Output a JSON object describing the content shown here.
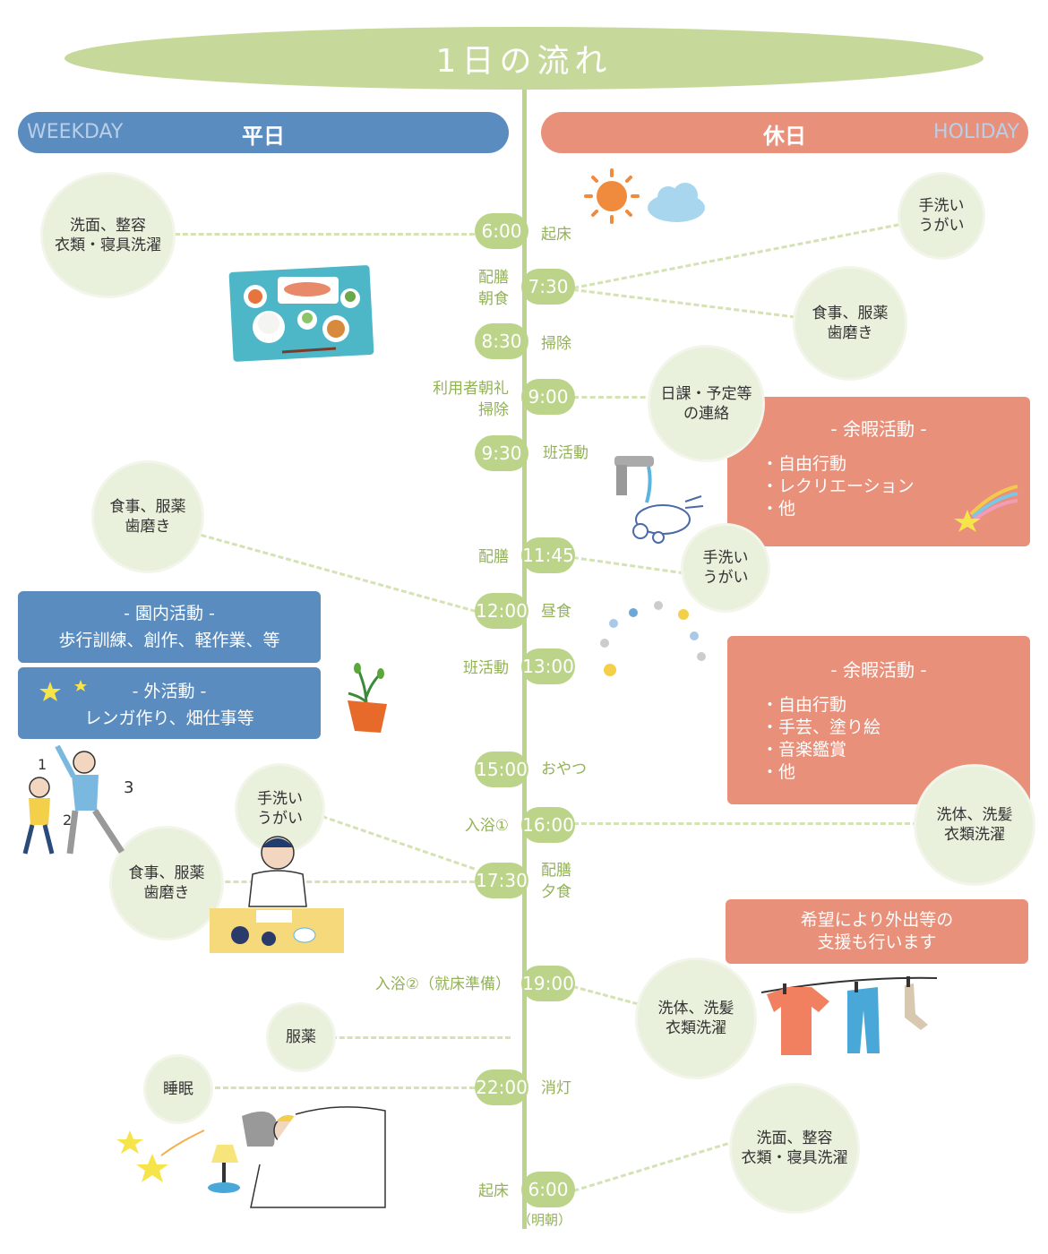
{
  "title": "1日の流れ",
  "weekday": {
    "en": "WEEKDAY",
    "jp": "平日"
  },
  "holiday": {
    "jp": "休日",
    "en": "HOLIDAY"
  },
  "times": [
    "6:00",
    "7:30",
    "8:30",
    "9:00",
    "9:30",
    "11:45",
    "12:00",
    "13:00",
    "15:00",
    "16:00",
    "17:30",
    "19:00",
    "22:00",
    "6:00"
  ],
  "labels": {
    "t600_right": "起床",
    "t730_left": [
      "配膳",
      "朝食"
    ],
    "t830_right": "掃除",
    "t900_left": [
      "利用者朝礼",
      "掃除"
    ],
    "t930_right": "班活動",
    "t1145_left": "配膳",
    "t1200_right": "昼食",
    "t1300_left": "班活動",
    "t1500_right": "おやつ",
    "t1600_left": "入浴①",
    "t1730_right": [
      "配膳",
      "夕食"
    ],
    "t1900_left": "入浴②（就床準備）",
    "t2200_right": "消灯",
    "t600b_left": "起床",
    "t600b_below": "（明朝）"
  },
  "weekday_circles": {
    "wash_morning": [
      "洗面、整容",
      "衣類・寝具洗濯"
    ],
    "meal_noon": [
      "食事、服薬",
      "歯磨き"
    ],
    "handwash_evening": [
      "手洗い",
      "うがい"
    ],
    "meal_evening": [
      "食事、服薬",
      "歯磨き"
    ],
    "medicine": [
      "服薬"
    ],
    "sleep": [
      "睡眠"
    ]
  },
  "holiday_circles": {
    "handwash_morning": [
      "手洗い",
      "うがい"
    ],
    "meal_morning": [
      "食事、服薬",
      "歯磨き"
    ],
    "schedule": [
      "日課・予定等",
      "の連絡"
    ],
    "handwash_noon": [
      "手洗い",
      "うがい"
    ],
    "bath_afternoon": [
      "洗体、洗髪",
      "衣類洗濯"
    ],
    "bath_evening": [
      "洗体、洗髪",
      "衣類洗濯"
    ],
    "wash_next": [
      "洗面、整容",
      "衣類・寝具洗濯"
    ]
  },
  "weekday_boxes": {
    "inside": {
      "heading": "- 園内活動 -",
      "text": "歩行訓練、創作、軽作業、等"
    },
    "outside": {
      "heading": "- 外活動 -",
      "text": "レンガ作り、畑仕事等"
    }
  },
  "holiday_boxes": {
    "leisure_am": {
      "heading": "- 余暇活動 -",
      "items": [
        "・自由行動",
        "・レクリエーション",
        "・他"
      ]
    },
    "leisure_pm": {
      "heading": "- 余暇活動 -",
      "items": [
        "・自由行動",
        "・手芸、塗り絵",
        "・音楽鑑賞",
        "・他"
      ]
    },
    "outing": [
      "希望により外出等の",
      "支援も行います"
    ]
  },
  "colors": {
    "green": "#bcd48a",
    "blue": "#5a8cbf",
    "salmon": "#e8907a",
    "circle": "#e9f0dc"
  }
}
